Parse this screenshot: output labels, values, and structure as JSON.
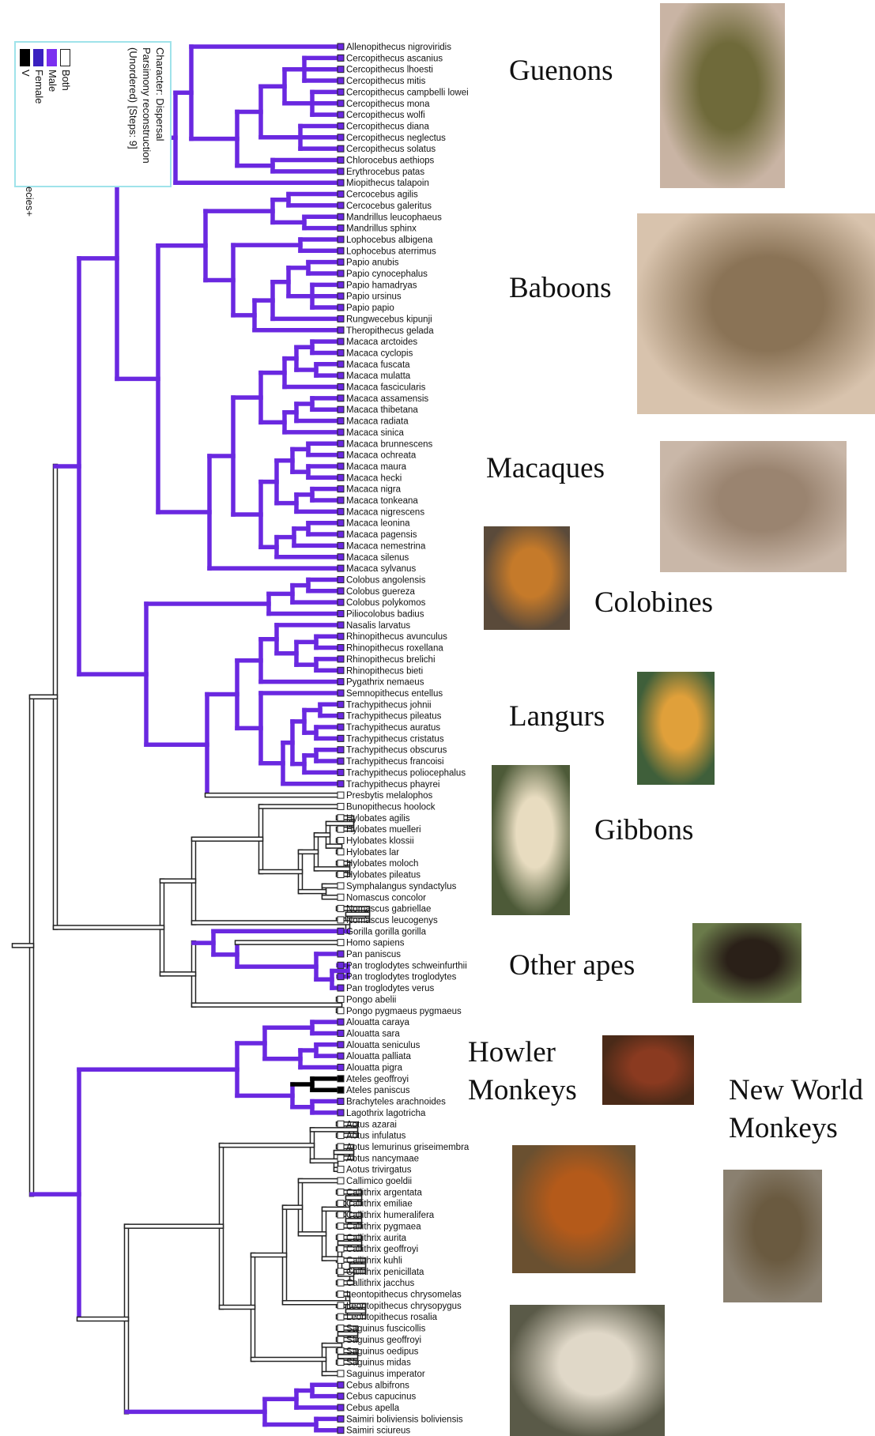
{
  "legend": {
    "lines": [
      "Character: Dispersal",
      "Parsimony reconstruction",
      "(Unordered) [Steps: 9]"
    ],
    "items": [
      {
        "label": "Both",
        "color": "#ffffff"
      },
      {
        "label": "Male",
        "color": "#7b2ff0"
      },
      {
        "label": "Female",
        "color": "#3a20c0"
      },
      {
        "label": "V",
        "color": "#000000"
      }
    ],
    "cut_text": "ecies+"
  },
  "colors": {
    "male": "#6a28e0",
    "both": "#ffffff",
    "female": "#000000",
    "outline": "#222222"
  },
  "species": [
    {
      "name": "Allenopithecus nigroviridis",
      "state": "male"
    },
    {
      "name": "Cercopithecus ascanius",
      "state": "male"
    },
    {
      "name": "Cercopithecus lhoesti",
      "state": "male"
    },
    {
      "name": "Cercopithecus mitis",
      "state": "male"
    },
    {
      "name": "Cercopithecus campbelli lowei",
      "state": "male"
    },
    {
      "name": "Cercopithecus mona",
      "state": "male"
    },
    {
      "name": "Cercopithecus wolfi",
      "state": "male"
    },
    {
      "name": "Cercopithecus diana",
      "state": "male"
    },
    {
      "name": "Cercopithecus neglectus",
      "state": "male"
    },
    {
      "name": "Cercopithecus solatus",
      "state": "male"
    },
    {
      "name": "Chlorocebus aethiops",
      "state": "male"
    },
    {
      "name": "Erythrocebus patas",
      "state": "male"
    },
    {
      "name": "Miopithecus talapoin",
      "state": "male"
    },
    {
      "name": "Cercocebus agilis",
      "state": "male"
    },
    {
      "name": "Cercocebus galeritus",
      "state": "male"
    },
    {
      "name": "Mandrillus leucophaeus",
      "state": "male"
    },
    {
      "name": "Mandrillus sphinx",
      "state": "male"
    },
    {
      "name": "Lophocebus albigena",
      "state": "male"
    },
    {
      "name": "Lophocebus aterrimus",
      "state": "male"
    },
    {
      "name": "Papio anubis",
      "state": "male"
    },
    {
      "name": "Papio cynocephalus",
      "state": "male"
    },
    {
      "name": "Papio hamadryas",
      "state": "male"
    },
    {
      "name": "Papio ursinus",
      "state": "male"
    },
    {
      "name": "Papio papio",
      "state": "male"
    },
    {
      "name": "Rungwecebus kipunji",
      "state": "male"
    },
    {
      "name": "Theropithecus gelada",
      "state": "male"
    },
    {
      "name": "Macaca arctoides",
      "state": "male"
    },
    {
      "name": "Macaca cyclopis",
      "state": "male"
    },
    {
      "name": "Macaca fuscata",
      "state": "male"
    },
    {
      "name": "Macaca mulatta",
      "state": "male"
    },
    {
      "name": "Macaca fascicularis",
      "state": "male"
    },
    {
      "name": "Macaca assamensis",
      "state": "male"
    },
    {
      "name": "Macaca thibetana",
      "state": "male"
    },
    {
      "name": "Macaca radiata",
      "state": "male"
    },
    {
      "name": "Macaca sinica",
      "state": "male"
    },
    {
      "name": "Macaca brunnescens",
      "state": "male"
    },
    {
      "name": "Macaca ochreata",
      "state": "male"
    },
    {
      "name": "Macaca maura",
      "state": "male"
    },
    {
      "name": "Macaca hecki",
      "state": "male"
    },
    {
      "name": "Macaca nigra",
      "state": "male"
    },
    {
      "name": "Macaca tonkeana",
      "state": "male"
    },
    {
      "name": "Macaca nigrescens",
      "state": "male"
    },
    {
      "name": "Macaca leonina",
      "state": "male"
    },
    {
      "name": "Macaca pagensis",
      "state": "male"
    },
    {
      "name": "Macaca nemestrina",
      "state": "male"
    },
    {
      "name": "Macaca silenus",
      "state": "male"
    },
    {
      "name": "Macaca sylvanus",
      "state": "male"
    },
    {
      "name": "Colobus angolensis",
      "state": "male"
    },
    {
      "name": "Colobus guereza",
      "state": "male"
    },
    {
      "name": "Colobus polykomos",
      "state": "male"
    },
    {
      "name": "Piliocolobus badius",
      "state": "male"
    },
    {
      "name": "Nasalis larvatus",
      "state": "male"
    },
    {
      "name": "Rhinopithecus avunculus",
      "state": "male"
    },
    {
      "name": "Rhinopithecus roxellana",
      "state": "male"
    },
    {
      "name": "Rhinopithecus brelichi",
      "state": "male"
    },
    {
      "name": "Rhinopithecus bieti",
      "state": "male"
    },
    {
      "name": "Pygathrix nemaeus",
      "state": "male"
    },
    {
      "name": "Semnopithecus entellus",
      "state": "male"
    },
    {
      "name": "Trachypithecus johnii",
      "state": "male"
    },
    {
      "name": "Trachypithecus pileatus",
      "state": "male"
    },
    {
      "name": "Trachypithecus auratus",
      "state": "male"
    },
    {
      "name": "Trachypithecus cristatus",
      "state": "male"
    },
    {
      "name": "Trachypithecus obscurus",
      "state": "male"
    },
    {
      "name": "Trachypithecus francoisi",
      "state": "male"
    },
    {
      "name": "Trachypithecus poliocephalus",
      "state": "male"
    },
    {
      "name": "Trachypithecus phayrei",
      "state": "male"
    },
    {
      "name": "Presbytis melalophos",
      "state": "both"
    },
    {
      "name": "Bunopithecus hoolock",
      "state": "both"
    },
    {
      "name": "Hylobates agilis",
      "state": "both"
    },
    {
      "name": "Hylobates muelleri",
      "state": "both"
    },
    {
      "name": "Hylobates klossii",
      "state": "both"
    },
    {
      "name": "Hylobates lar",
      "state": "both"
    },
    {
      "name": "Hylobates moloch",
      "state": "both"
    },
    {
      "name": "Hylobates pileatus",
      "state": "both"
    },
    {
      "name": "Symphalangus syndactylus",
      "state": "both"
    },
    {
      "name": "Nomascus concolor",
      "state": "both"
    },
    {
      "name": "Nomascus gabriellae",
      "state": "both"
    },
    {
      "name": "Nomascus leucogenys",
      "state": "both"
    },
    {
      "name": "Gorilla gorilla gorilla",
      "state": "male"
    },
    {
      "name": "Homo sapiens",
      "state": "both"
    },
    {
      "name": "Pan paniscus",
      "state": "male"
    },
    {
      "name": "Pan troglodytes schweinfurthii",
      "state": "male"
    },
    {
      "name": "Pan troglodytes troglodytes",
      "state": "male"
    },
    {
      "name": "Pan troglodytes verus",
      "state": "male"
    },
    {
      "name": "Pongo abelii",
      "state": "both"
    },
    {
      "name": "Pongo pygmaeus pygmaeus",
      "state": "both"
    },
    {
      "name": "Alouatta caraya",
      "state": "male"
    },
    {
      "name": "Alouatta sara",
      "state": "male"
    },
    {
      "name": "Alouatta seniculus",
      "state": "male"
    },
    {
      "name": "Alouatta palliata",
      "state": "male"
    },
    {
      "name": "Alouatta pigra",
      "state": "male"
    },
    {
      "name": "Ateles geoffroyi",
      "state": "female"
    },
    {
      "name": "Ateles paniscus",
      "state": "female"
    },
    {
      "name": "Brachyteles arachnoides",
      "state": "male"
    },
    {
      "name": "Lagothrix lagotricha",
      "state": "male"
    },
    {
      "name": "Aotus azarai",
      "state": "both"
    },
    {
      "name": "Aotus infulatus",
      "state": "both"
    },
    {
      "name": "Aotus lemurinus griseimembra",
      "state": "both"
    },
    {
      "name": "Aotus nancymaae",
      "state": "both"
    },
    {
      "name": "Aotus trivirgatus",
      "state": "both"
    },
    {
      "name": "Callimico goeldii",
      "state": "both"
    },
    {
      "name": "Callithrix argentata",
      "state": "both"
    },
    {
      "name": "Callithrix emiliae",
      "state": "both"
    },
    {
      "name": "Callithrix humeralifera",
      "state": "both"
    },
    {
      "name": "Callithrix pygmaea",
      "state": "both"
    },
    {
      "name": "Callithrix aurita",
      "state": "both"
    },
    {
      "name": "Callithrix geoffroyi",
      "state": "both"
    },
    {
      "name": "Callithrix kuhli",
      "state": "both"
    },
    {
      "name": "Callithrix penicillata",
      "state": "both"
    },
    {
      "name": "Callithrix jacchus",
      "state": "both"
    },
    {
      "name": "Leontopithecus chrysomelas",
      "state": "both"
    },
    {
      "name": "Leontopithecus chrysopygus",
      "state": "both"
    },
    {
      "name": "Leontopithecus rosalia",
      "state": "both"
    },
    {
      "name": "Saguinus fuscicollis",
      "state": "both"
    },
    {
      "name": "Saguinus geoffroyi",
      "state": "both"
    },
    {
      "name": "Saguinus oedipus",
      "state": "both"
    },
    {
      "name": "Saguinus midas",
      "state": "both"
    },
    {
      "name": "Saguinus imperator",
      "state": "both"
    },
    {
      "name": "Cebus albifrons",
      "state": "male"
    },
    {
      "name": "Cebus capucinus",
      "state": "male"
    },
    {
      "name": "Cebus apella",
      "state": "male"
    },
    {
      "name": "Saimiri boliviensis boliviensis",
      "state": "male"
    },
    {
      "name": "Saimiri sciureus",
      "state": "male"
    }
  ],
  "groups": [
    {
      "id": "guenons",
      "label": "Guenons"
    },
    {
      "id": "baboons",
      "label": "Baboons"
    },
    {
      "id": "macaques",
      "label": "Macaques"
    },
    {
      "id": "colobines",
      "label": "Colobines"
    },
    {
      "id": "langurs",
      "label": "Langurs"
    },
    {
      "id": "gibbons",
      "label": "Gibbons"
    },
    {
      "id": "other-apes",
      "label": "Other apes"
    },
    {
      "id": "howler",
      "label": "Howler\nMonkeys"
    },
    {
      "id": "new-world",
      "label": "New World\nMonkeys"
    }
  ],
  "photos": [
    {
      "id": "guenon-photo",
      "subject": "guenon monkey",
      "bg": "#c9b4a4",
      "fg": "#6f6a3a"
    },
    {
      "id": "baboon-photo",
      "subject": "baboon with infant",
      "bg": "#d8c3ad",
      "fg": "#8a7356"
    },
    {
      "id": "macaque-photo",
      "subject": "snow macaques",
      "bg": "#c9b7a8",
      "fg": "#9a8470"
    },
    {
      "id": "golden-monkey-photo",
      "subject": "golden snub-nosed monkey",
      "bg": "#5a4a3a",
      "fg": "#c57a2a"
    },
    {
      "id": "langur-photo",
      "subject": "langur infant",
      "bg": "#3f5f3a",
      "fg": "#e0a03a"
    },
    {
      "id": "gibbon-photo",
      "subject": "gibbon hanging",
      "bg": "#4d5a38",
      "fg": "#e8dcc0"
    },
    {
      "id": "chimp-photo",
      "subject": "chimpanzee",
      "bg": "#6a7a4a",
      "fg": "#2a2018"
    },
    {
      "id": "howler-photo",
      "subject": "howler monkey",
      "bg": "#4a2a18",
      "fg": "#8a3a20"
    },
    {
      "id": "tamarin-photo",
      "subject": "golden lion tamarin",
      "bg": "#6a5030",
      "fg": "#b45a1a"
    },
    {
      "id": "marmoset-photo",
      "subject": "pygmy marmoset",
      "bg": "#8a8070",
      "fg": "#6a5a40"
    },
    {
      "id": "capuchin-photo",
      "subject": "capuchin monkeys",
      "bg": "#5a5a48",
      "fg": "#e0d8c8"
    }
  ]
}
